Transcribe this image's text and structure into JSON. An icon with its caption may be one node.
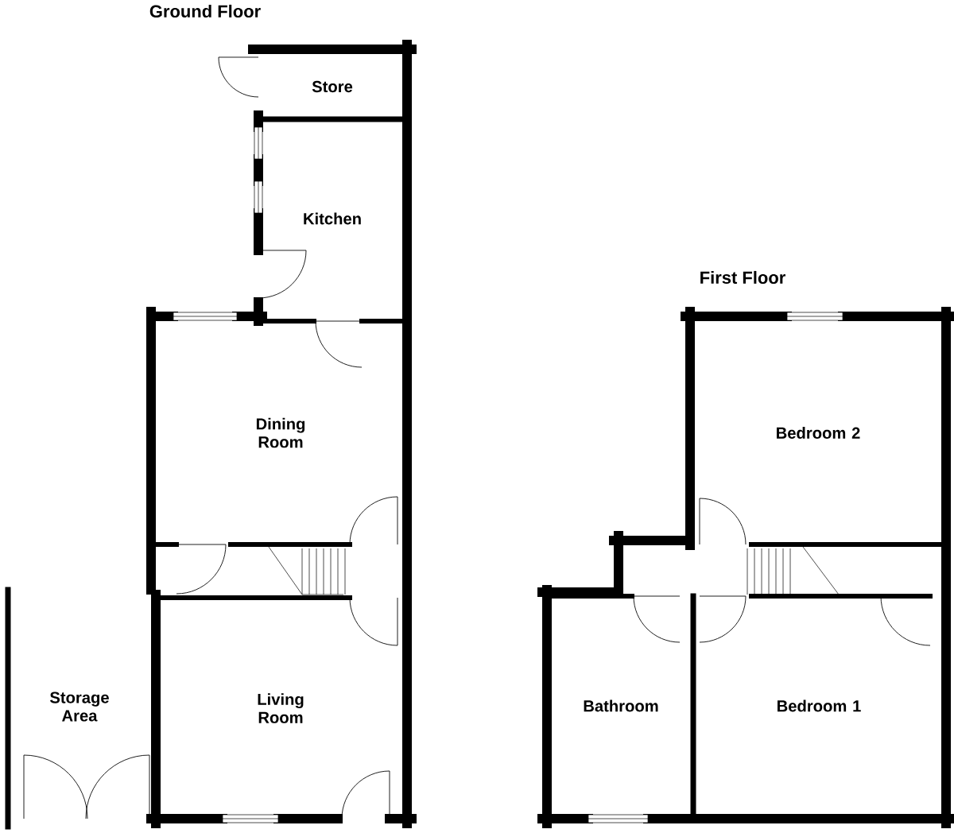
{
  "diagram": {
    "nodes": [
      {
        "text": [
          "Store"
        ]
      },
      {
        "text": [
          "Kitchen"
        ]
      },
      {
        "text": [
          "Dining Room"
        ]
      },
      {
        "text": [
          "Storage Area"
        ]
      },
      {
        "text": [
          "Living Room"
        ]
      },
      {
        "text": [
          "Bedroom 2"
        ]
      },
      {
        "text": [
          "Bathroom"
        ]
      },
      {
        "text": [
          "Bedroom 1"
        ]
      }
    ],
    "labels": [
      "Ground Floor",
      "First Floor"
    ]
  }
}
